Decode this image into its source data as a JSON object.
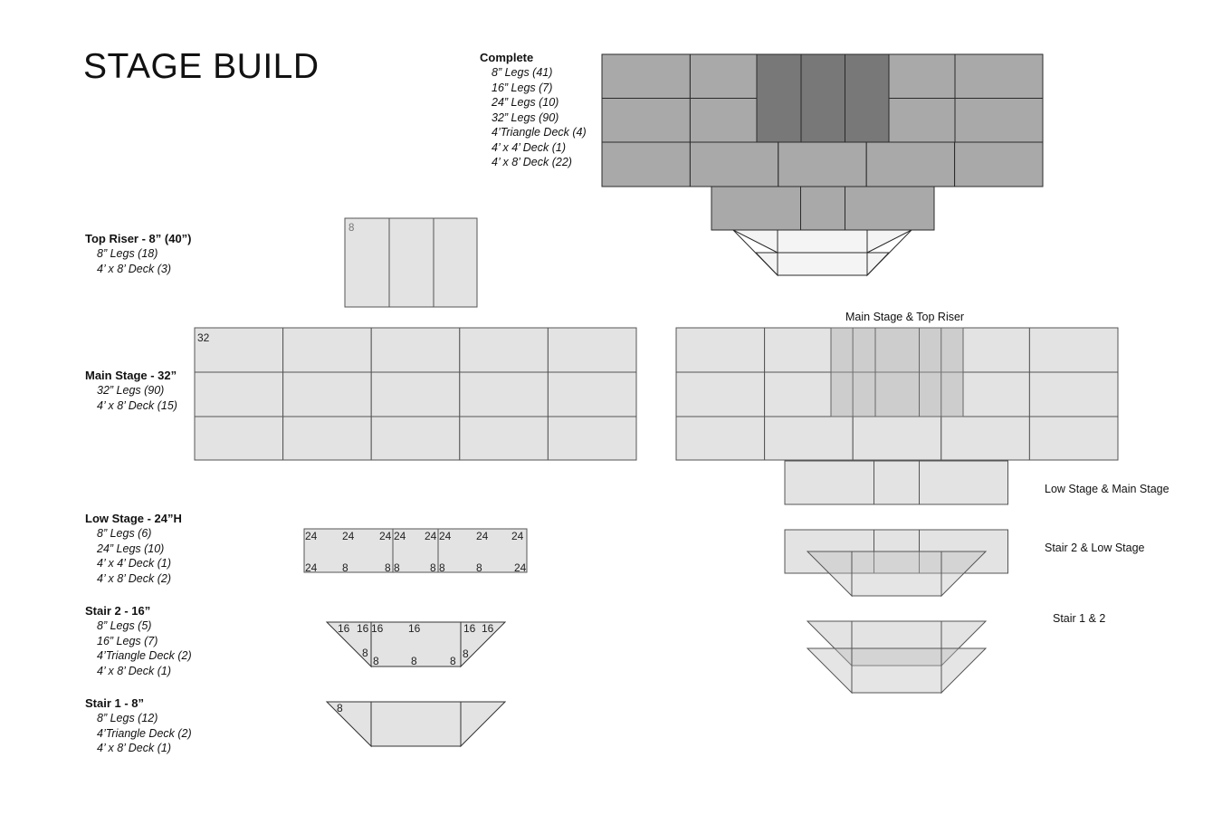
{
  "title": "STAGE BUILD",
  "legends": {
    "complete": {
      "heading": "Complete",
      "items": [
        "8” Legs (41)",
        "16” Legs (7)",
        "24” Legs (10)",
        "32” Legs (90)",
        "4’Triangle Deck (4)",
        "4’ x 4’ Deck (1)",
        "4’ x 8’ Deck (22)"
      ]
    },
    "top_riser": {
      "heading": "Top Riser - 8” (40”)",
      "items": [
        "8” Legs (18)",
        "4’ x 8’ Deck (3)"
      ]
    },
    "main_stage": {
      "heading": "Main Stage - 32”",
      "items": [
        "32” Legs (90)",
        "4’ x 8’ Deck (15)"
      ]
    },
    "low_stage": {
      "heading": "Low Stage - 24”H",
      "items": [
        "8” Legs (6)",
        "24” Legs (10)",
        "4’  x 4’ Deck (1)",
        "4’ x 8’ Deck (2)"
      ]
    },
    "stair2": {
      "heading": "Stair 2 - 16”",
      "items": [
        "8” Legs (5)",
        "16” Legs (7)",
        "4’Triangle Deck (2)",
        "4’ x 8’ Deck (1)"
      ]
    },
    "stair1": {
      "heading": "Stair 1 - 8”",
      "items": [
        "8” Legs (12)",
        "4’Triangle Deck (2)",
        "4’ x 8’ Deck (1)"
      ]
    }
  },
  "captions": {
    "main_top": "Main Stage & Top Riser",
    "low_main": "Low Stage & Main Stage",
    "stair2_low": "Stair 2 & Low Stage",
    "stair12": "Stair 1 & 2"
  },
  "leg_labels": {
    "top_riser": "8",
    "main_stage": "32",
    "low_top": [
      "24",
      "24",
      "24",
      "24",
      "24",
      "24",
      "24",
      "24"
    ],
    "low_bottom": [
      "24",
      "8",
      "8",
      "8",
      "8",
      "8",
      "8",
      "24"
    ],
    "stair2_top": [
      "16",
      "16",
      "16",
      "16",
      "16",
      "16"
    ],
    "stair2_bottom": [
      "8",
      "8",
      "8",
      "8",
      "8"
    ],
    "stair1": "8"
  },
  "colors": {
    "light_deck": "#e3e3e3",
    "mid_deck": "#a9a9a9",
    "dark_deck": "#787878",
    "stair_fill": "#f4f4f4",
    "outline": "#2a2a2a"
  }
}
